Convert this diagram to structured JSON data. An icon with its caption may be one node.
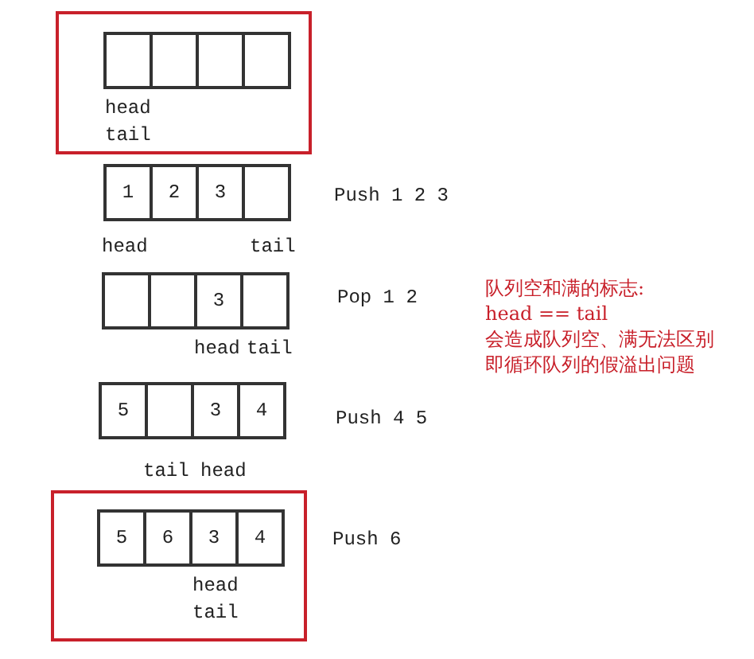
{
  "diagram": {
    "nodes": [
      {
        "text": [],
        "shape": "box"
      },
      {
        "text": [],
        "shape": "box",
        "in": 0
      },
      {
        "text": [],
        "shape": "box",
        "in": 0
      },
      {
        "text": [],
        "shape": "box",
        "in": 0
      },
      {
        "text": [],
        "shape": "box",
        "in": 0
      },
      {
        "text": [
          "1"
        ]
      },
      {
        "text": [
          "2"
        ]
      },
      {
        "text": [
          "3"
        ]
      },
      {
        "text": [],
        "shape": "box"
      },
      {
        "text": [],
        "shape": "box"
      },
      {
        "text": [],
        "shape": "box"
      },
      {
        "text": [
          "3"
        ]
      },
      {
        "text": [],
        "shape": "box"
      },
      {
        "text": [
          "5"
        ]
      },
      {
        "text": [],
        "shape": "box"
      },
      {
        "text": [
          "3"
        ]
      },
      {
        "text": [
          "4"
        ]
      },
      {
        "text": [],
        "shape": "box"
      },
      {
        "text": [
          "5"
        ],
        "in": 17
      },
      {
        "text": [
          "6"
        ],
        "in": 17
      },
      {
        "text": [
          "3"
        ],
        "in": 17
      },
      {
        "text": [
          "4"
        ],
        "in": 17
      }
    ],
    "labels": [
      "head",
      "tail",
      "Push 1 2 3",
      "head",
      "tail",
      "Pop 1 2",
      "队列空和满的标志:",
      "head == tail",
      "会造成队列空、满无法区别",
      "即循环队列的假溢出问题",
      "head",
      "tail",
      "Push 4 5",
      "tail",
      "head",
      "Push 6",
      "head",
      "tail"
    ]
  }
}
